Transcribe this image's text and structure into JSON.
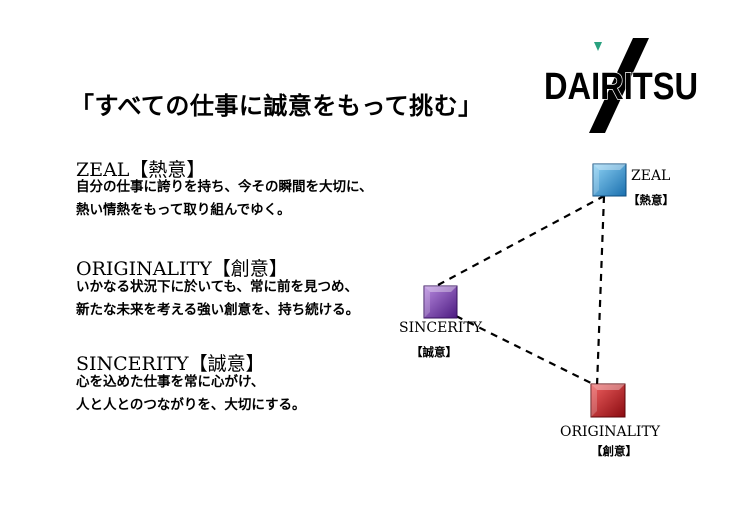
{
  "logo": {
    "text": "DAIRITSU"
  },
  "headline": "「すべての仕事に誠意をもって挑む」",
  "sections": [
    {
      "title": "ZEAL【熱意】",
      "lines": [
        "自分の仕事に誇りを持ち、今その瞬間を大切に、",
        "熱い情熱をもって取り組んでゆく。"
      ]
    },
    {
      "title": "ORIGINALITY【創意】",
      "lines": [
        "いかなる状況下に於いても、常に前を見つめ、",
        "新たな未来を考える強い創意を、持ち続ける。"
      ]
    },
    {
      "title": "SINCERITY【誠意】",
      "lines": [
        "心を込めた仕事を常に心がけ、",
        "人と人とのつながりを、大切にする。"
      ]
    }
  ],
  "diagram": {
    "nodes": [
      {
        "label": "ZEAL",
        "sub": "【熱意】",
        "color": "#2a93cf"
      },
      {
        "label": "SINCERITY",
        "sub": "【誠意】",
        "color": "#6d2fa4"
      },
      {
        "label": "ORIGINALITY",
        "sub": "【創意】",
        "color": "#c8161d"
      }
    ]
  }
}
